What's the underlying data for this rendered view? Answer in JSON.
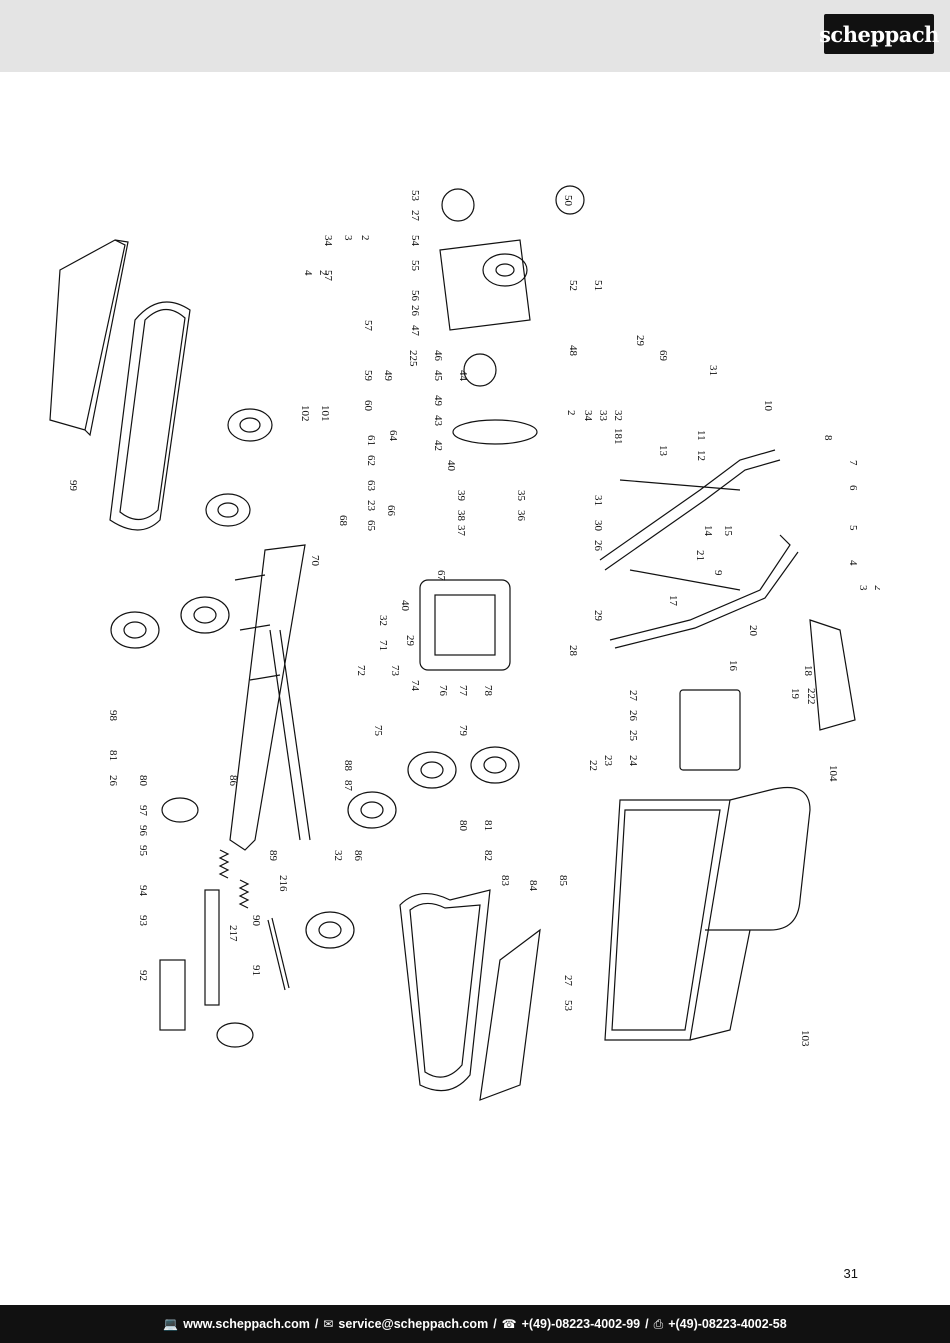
{
  "brand": {
    "logo_text": "scheppach"
  },
  "page": {
    "number": "31"
  },
  "diagram": {
    "part_numbers": [
      "1",
      "2",
      "3",
      "4",
      "5",
      "6",
      "7",
      "8",
      "9",
      "10",
      "11",
      "12",
      "13",
      "14",
      "15",
      "16",
      "17",
      "18",
      "19",
      "20",
      "21",
      "22",
      "23",
      "24",
      "25",
      "26",
      "27",
      "28",
      "29",
      "30",
      "31",
      "32",
      "33",
      "34",
      "35",
      "36",
      "37",
      "38",
      "39",
      "40",
      "42",
      "43",
      "44",
      "45",
      "46",
      "47",
      "48",
      "49",
      "50",
      "51",
      "52",
      "53",
      "54",
      "55",
      "56",
      "57",
      "59",
      "60",
      "61",
      "62",
      "63",
      "64",
      "65",
      "66",
      "67",
      "68",
      "69",
      "70",
      "71",
      "72",
      "73",
      "74",
      "75",
      "76",
      "77",
      "78",
      "79",
      "80",
      "81",
      "82",
      "83",
      "84",
      "85",
      "86",
      "87",
      "88",
      "89",
      "90",
      "91",
      "92",
      "93",
      "94",
      "95",
      "96",
      "97",
      "98",
      "99",
      "101",
      "102",
      "103",
      "104",
      "181",
      "216",
      "217",
      "222",
      "225"
    ]
  },
  "footer": {
    "web_icon": "monitor-icon",
    "web": "www.scheppach.com",
    "sep": "/",
    "mail_icon": "mail-icon",
    "email": "service@scheppach.com",
    "phone_icon": "phone-icon",
    "phone": "+(49)-08223-4002-99",
    "fax_icon": "fax-icon",
    "fax": "+(49)-08223-4002-58"
  }
}
